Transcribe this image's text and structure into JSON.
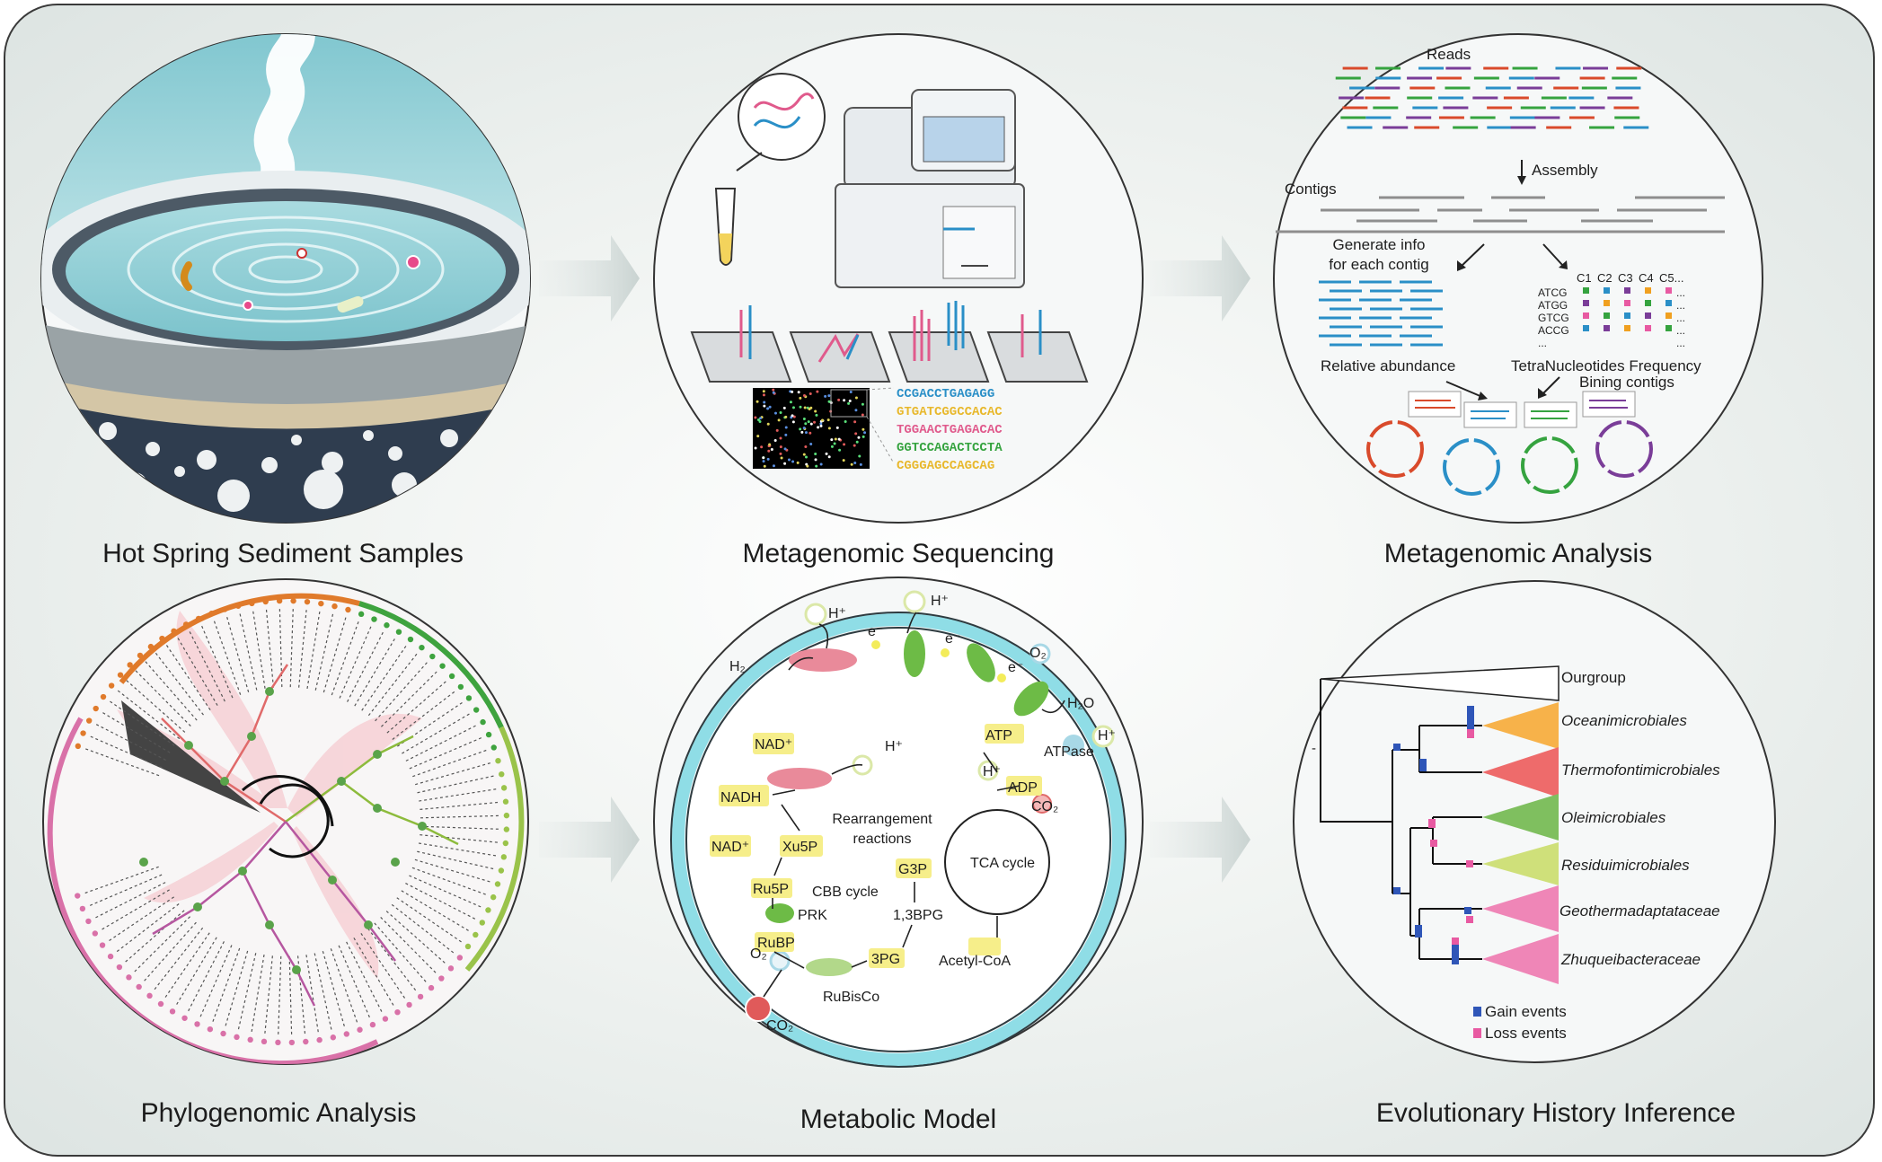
{
  "panels": {
    "hot_spring": {
      "title": "Hot Spring Sediment Samples"
    },
    "sequencing": {
      "title": "Metagenomic Sequencing",
      "sequences": [
        "CCGACCTGAGAGG",
        "GTGATCGGCCACAC",
        "TGGAACTGAGACAC",
        "GGTCCAGACTCCTA",
        "CGGGAGCCAGCAG"
      ]
    },
    "analysis": {
      "title": "Metagenomic Analysis",
      "reads_label": "Reads",
      "assembly_label": "Assembly",
      "contigs_label": "Contigs",
      "generate_info_label": [
        "Generate info",
        "for each contig"
      ],
      "relative_abundance_label": "Relative abundance",
      "tetranucleotide_label": "TetraNucleotides Frequency",
      "binning_label": "Bining contigs",
      "columns": [
        "C1",
        "C2",
        "C3",
        "C4",
        "C5..."
      ],
      "kmers": [
        "ATCG",
        "ATGG",
        "GTCG",
        "ACCG",
        "..."
      ],
      "ellipsis": "...",
      "bin_colors": [
        "#d94a2b",
        "#2a8fc7",
        "#35a33f",
        "#7a3d98"
      ]
    },
    "phylogenomic": {
      "title": "Phylogenomic Analysis"
    },
    "metabolic": {
      "title": "Metabolic Model",
      "labels": {
        "h2": "H₂",
        "hplus": "H⁺",
        "eminus": "e⁻",
        "o2": "O₂",
        "h2o": "H₂O",
        "atp": "ATP",
        "atpase": "ATPase",
        "adp": "ADP",
        "co2": "CO₂",
        "nad": "NAD⁺",
        "nadh": "NADH",
        "rearrangement": [
          "Rearrangement",
          "reactions"
        ],
        "xu5p": "Xu5P",
        "ru5p": "Ru5P",
        "prk": "PRK",
        "rubp": "RuBP",
        "cbb": "CBB cycle",
        "g3p": "G3P",
        "bpg": "1,3BPG",
        "pg3": "3PG",
        "tca": "TCA cycle",
        "acetyl": "Acetyl-CoA",
        "rubisco": "RuBisCo"
      }
    },
    "evolution": {
      "title": "Evolutionary History Inference",
      "outgroup": "Ourgroup",
      "clades": [
        {
          "name": "Oceanimicrobiales",
          "color": "#f7b24a"
        },
        {
          "name": "Thermofontimicrobiales",
          "color": "#ee6b6b"
        },
        {
          "name": "Oleimicrobiales",
          "color": "#7fbf5f"
        },
        {
          "name": "Residuimicrobiales",
          "color": "#cfe07a"
        },
        {
          "name": "Geothermadaptataceae",
          "color": "#ef86b7"
        },
        {
          "name": "Zhuqueibacteraceae",
          "color": "#ef86b7"
        }
      ],
      "dash": "-",
      "legend": {
        "gain": "Gain events",
        "loss": "Loss events",
        "gain_color": "#2f56b8",
        "loss_color": "#e85aa2"
      }
    }
  }
}
